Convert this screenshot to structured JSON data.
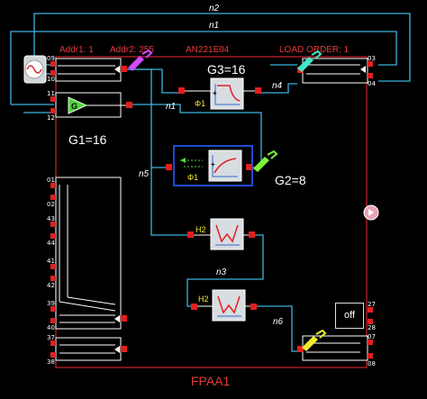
{
  "chip_name": "FPAA1",
  "header": {
    "addr1": "Addr1: 1",
    "addr2": "Addr2: 255",
    "device": "AN221E04",
    "load_order": "LOAD ORDER: 1"
  },
  "nets": {
    "n1": "n1",
    "n2": "n2",
    "n3": "n3",
    "n4": "n4",
    "n5": "n5",
    "n6": "n6"
  },
  "gains": {
    "g1": "G1=16",
    "g2": "G2=8",
    "g3": "G3=16"
  },
  "cab_labels": {
    "phi_g3": "Φ1",
    "phi_g2": "Φ1",
    "h2_top": "H2",
    "h2_bottom": "H2"
  },
  "gain_block_letter": "G",
  "off_button": "off",
  "pins_left": [
    "09",
    "10",
    "11",
    "12",
    "01",
    "02",
    "43",
    "44",
    "41",
    "42",
    "39",
    "40",
    "37",
    "38"
  ],
  "pins_right": [
    "03",
    "04",
    "27",
    "28",
    "07",
    "08"
  ],
  "colors": {
    "wire": "#3fb2dc",
    "chip_border": "#c0202a",
    "red_text": "#e83a3a",
    "probe_magenta": "#d24bff",
    "probe_cyan": "#3de8c8",
    "probe_green": "#7cf03a",
    "probe_yellow": "#f2ea2c",
    "gain_triangle": "#4fd63c",
    "selection": "#1e4bd8"
  },
  "icons": [
    "sine-wave-source-icon",
    "gain-triangle-icon",
    "probe-icon",
    "step-response-icon",
    "notch-filter-icon",
    "speaker-icon"
  ]
}
